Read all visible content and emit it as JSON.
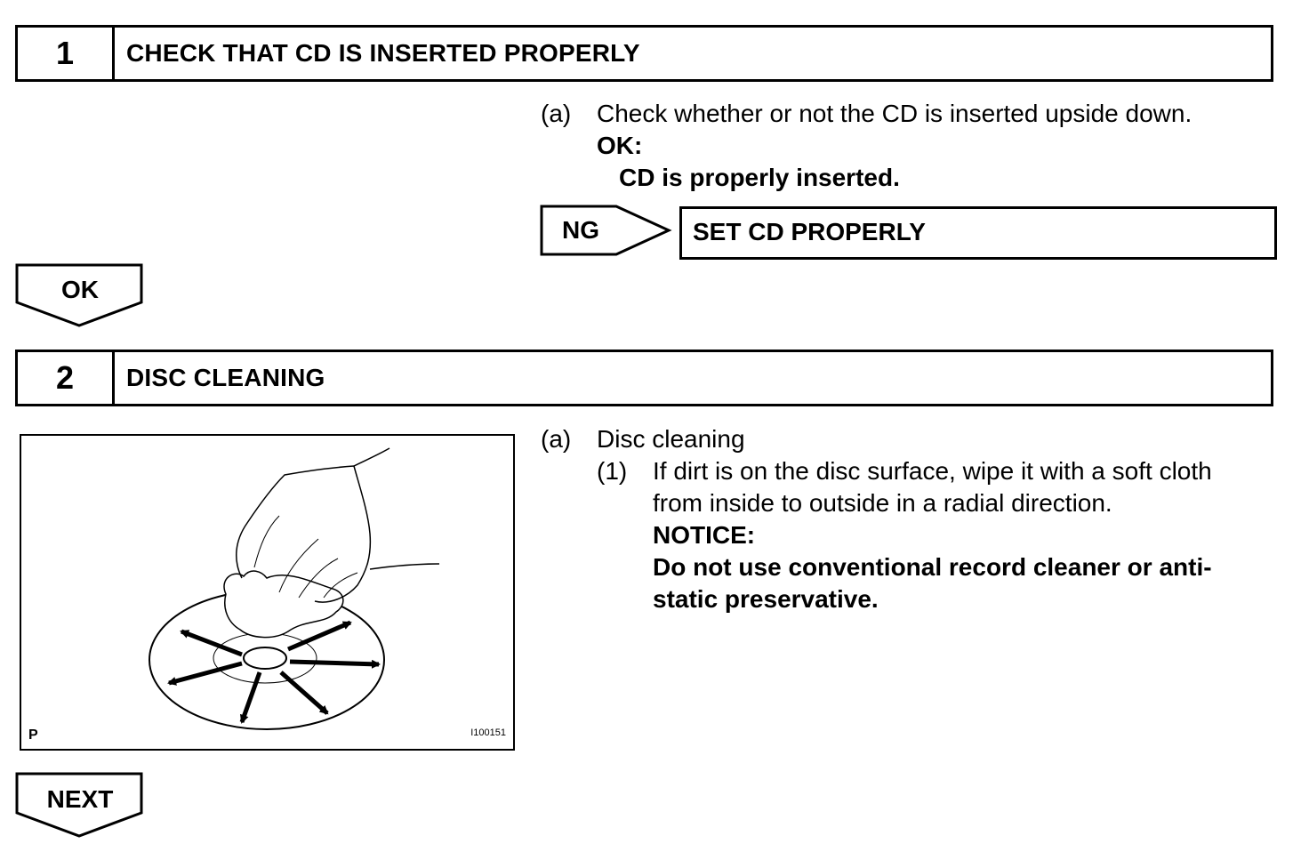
{
  "step1": {
    "number": "1",
    "title": "CHECK THAT CD IS INSERTED PROPERLY",
    "item_marker": "(a)",
    "item_text": "Check whether or not the CD is inserted upside down.",
    "ok_label": "OK:",
    "ok_text": "CD is properly inserted.",
    "ng_label": "NG",
    "ng_result": "SET CD PROPERLY"
  },
  "ok_flow_label": "OK",
  "step2": {
    "number": "2",
    "title": "DISC CLEANING",
    "item_marker": "(a)",
    "item_text": "Disc cleaning",
    "sub_marker": "(1)",
    "sub_line1": "If dirt is on the disc surface, wipe it with a soft cloth",
    "sub_line2": "from inside to outside in a radial direction.",
    "notice_label": "NOTICE:",
    "notice_line1": "Do not use conventional record cleaner or anti-",
    "notice_line2": "static preservative.",
    "figure": {
      "corner_label": "P",
      "figure_id": "I100151"
    }
  },
  "next_label": "NEXT"
}
